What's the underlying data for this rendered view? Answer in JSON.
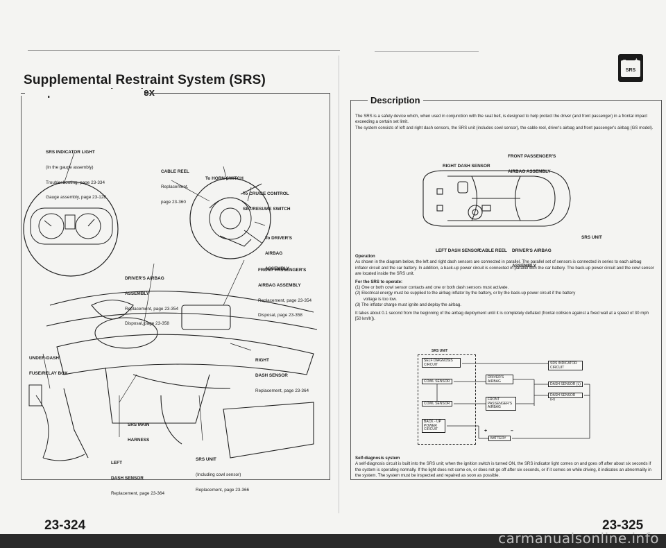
{
  "left_page": {
    "title": "Supplemental Restraint System (SRS)",
    "subtitle": "Component Location Index",
    "page_number": "23-324",
    "callouts": {
      "indicator": {
        "title": "SRS INDICATOR LIGHT",
        "l1": "(In the gauge assembly)",
        "l2": "Troubleshooting, page 23-334",
        "l3": "Gauge assembly, page 23-128"
      },
      "cable_reel": {
        "title": "CABLE REEL",
        "l1": "Replacement,",
        "l2": "page 23-360"
      },
      "horn": {
        "title": "To HORN SWITCH"
      },
      "cruise": {
        "title": "To CRUISE CONTROL",
        "l1": "SET/RESUME SWITCH"
      },
      "drivers_bag": {
        "title": "To DRIVER'S",
        "l1": "AIRBAG",
        "l2": "ASSEMBLY"
      },
      "driver_airbag": {
        "title": "DRIVER'S AIRBAG",
        "l1": "ASSEMBLY",
        "l2": "Replacement, page 23-354",
        "l3": "Disposal, page 23-358"
      },
      "front_pass": {
        "title": "FRONT PASSENGER'S",
        "l1": "AIRBAG ASSEMBLY",
        "l2": "Replacement, page 23-354",
        "l3": "Disposal, page 23-358"
      },
      "underdash": {
        "title": "UNDER-DASH",
        "l1": "FUSE/RELAY BOX"
      },
      "right_sensor": {
        "title": "RIGHT",
        "l1": "DASH SENSOR",
        "l2": "Replacement, page 23-364"
      },
      "main_harness": {
        "title": "SRS MAIN",
        "l1": "HARNESS"
      },
      "left_sensor": {
        "title": "LEFT",
        "l1": "DASH SENSOR",
        "l2": "Replacement, page 23-364"
      },
      "srs_unit": {
        "title": "SRS UNIT",
        "l1": "(Including cowl sensor)",
        "l2": "Replacement, page 23-366"
      }
    }
  },
  "right_page": {
    "badge": {
      "label": "SRS",
      "minus": "–",
      "plus": "+"
    },
    "section_title": "Description",
    "page_number": "23-325",
    "intro": "The SRS is a safety device which, when used in conjunction with the seat belt, is designed to help protect the driver (and front passenger) in a frontal impact exceeding a certain set limit.",
    "intro2": "The system consists of left and right dash sensors, the SRS unit (includes cowl sensor), the cable reel, driver's airbag and front passenger's airbag (GS model).",
    "car_labels": {
      "front_pass": "FRONT PASSENGER'S",
      "front_pass2": "AIRBAG ASSEMBLY",
      "right_sensor": "RIGHT DASH SENSOR",
      "srs_unit": "SRS UNIT",
      "left_sensor": "LEFT DASH SENSOR",
      "cable_reel": "CABLE REEL",
      "driver_bag": "DRIVER'S AIRBAG",
      "driver_bag2": "ASSEMBLY"
    },
    "operation_heading": "Operation",
    "operation_text": "As shown in the diagram below, the left and right dash sensors are connected in parallel. The parallel set of sensors is connected in series to each airbag inflator circuit and the car battery. In addition, a back-up power circuit is connected in parallel with the car battery. The back-up power circuit and the cowl sensor are located inside the SRS unit.",
    "operate_heading": "For the SRS to operate:",
    "operate_items": [
      "(1)  One or both cowl sensor contacts and one or both dash sensors must activate.",
      "(2)  Electrical energy must be supplied to the airbag inflator by the battery, or by the back-up power circuit if the battery",
      "       voltage is too low.",
      "(3)  The inflator charge must ignite and deploy the airbag."
    ],
    "timing_text": "It takes about 0.1 second from the beginning of the airbag deployment until it is completely deflated (frontal collision against a fixed wall at a speed of 30 mph [50 km/h]).",
    "block": {
      "srs_unit": "SRS UNIT",
      "self_diag": "SELF DIAGNOSIS",
      "self_diag2": "CIRCUIT",
      "indicator": "SRS INDICATOR",
      "indicator2": "CIRCUIT",
      "cowl1": "COWL SENSOR",
      "drivers": "DRIVER'S",
      "drivers2": "AIRBAG",
      "dash_l": "DASH SENSOR (L)",
      "dash_r": "DASH SENSOR (R)",
      "cowl2": "COWL SENSOR",
      "front": "FRONT",
      "front2": "PASSENGER'S",
      "front3": "AIRBAG",
      "backup": "BACK - UP",
      "backup2": "POWER",
      "backup3": "CIRCUIT",
      "battery": "BATTERY",
      "plus": "+",
      "minus": "–"
    },
    "selfdiag_heading": "Self-diagnosis system",
    "selfdiag_text": "A self-diagnosis circuit is built into the SRS unit; when the ignition switch is turned ON, the SRS indicator light comes on and goes off after about six seconds if the system is operating normally. If the light does not come on, or does not go off after six seconds, or if it comes on while driving, it indicates an abnormality in the system. The system must be inspected and repaired as soon as possible."
  },
  "watermark": "carmanualsonline.info"
}
